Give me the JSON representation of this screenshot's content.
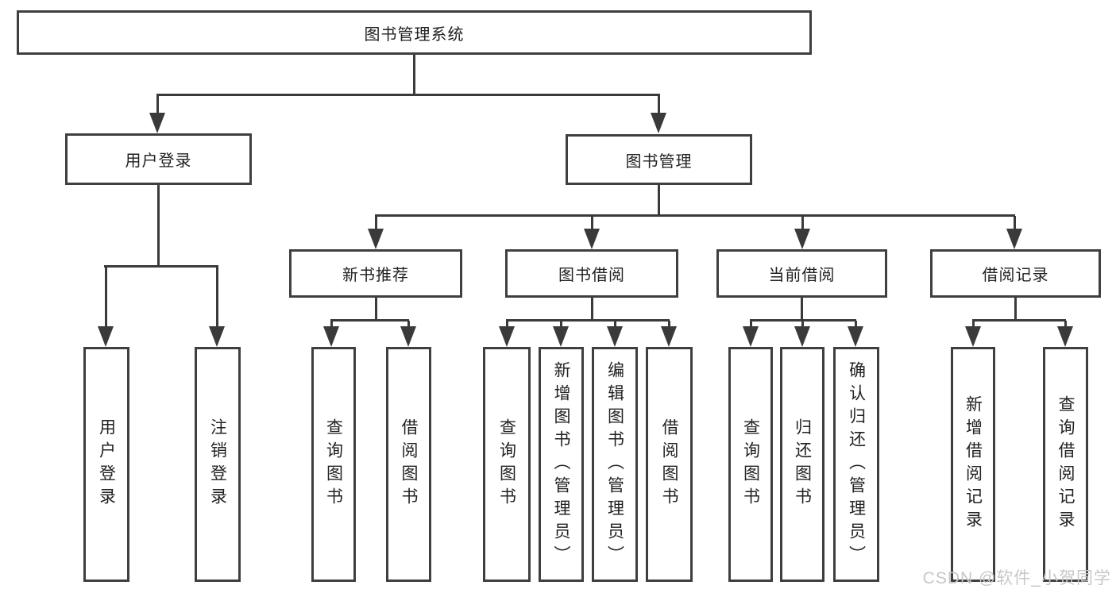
{
  "tree": {
    "root": "图书管理系统",
    "user_login": {
      "label": "用户登录",
      "children": [
        "用户登录",
        "注销登录"
      ]
    },
    "book_management": {
      "label": "图书管理",
      "groups": [
        {
          "label": "新书推荐",
          "children": [
            "查询图书",
            "借阅图书"
          ]
        },
        {
          "label": "图书借阅",
          "children": [
            "查询图书",
            "新增图书（管理员）",
            "编辑图书（管理员）",
            "借阅图书"
          ]
        },
        {
          "label": "当前借阅",
          "children": [
            "查询图书",
            "归还图书",
            "确认归还（管理员）"
          ]
        },
        {
          "label": "借阅记录",
          "children": [
            "新增借阅记录",
            "查询借阅记录"
          ]
        }
      ]
    }
  },
  "watermark": "CSDN @软件_小贺同学",
  "colors": {
    "line": "#3a3a3a",
    "box_border": "#3f3f3f",
    "text": "#222222",
    "watermark": "#c7c7c7",
    "background": "#ffffff"
  }
}
